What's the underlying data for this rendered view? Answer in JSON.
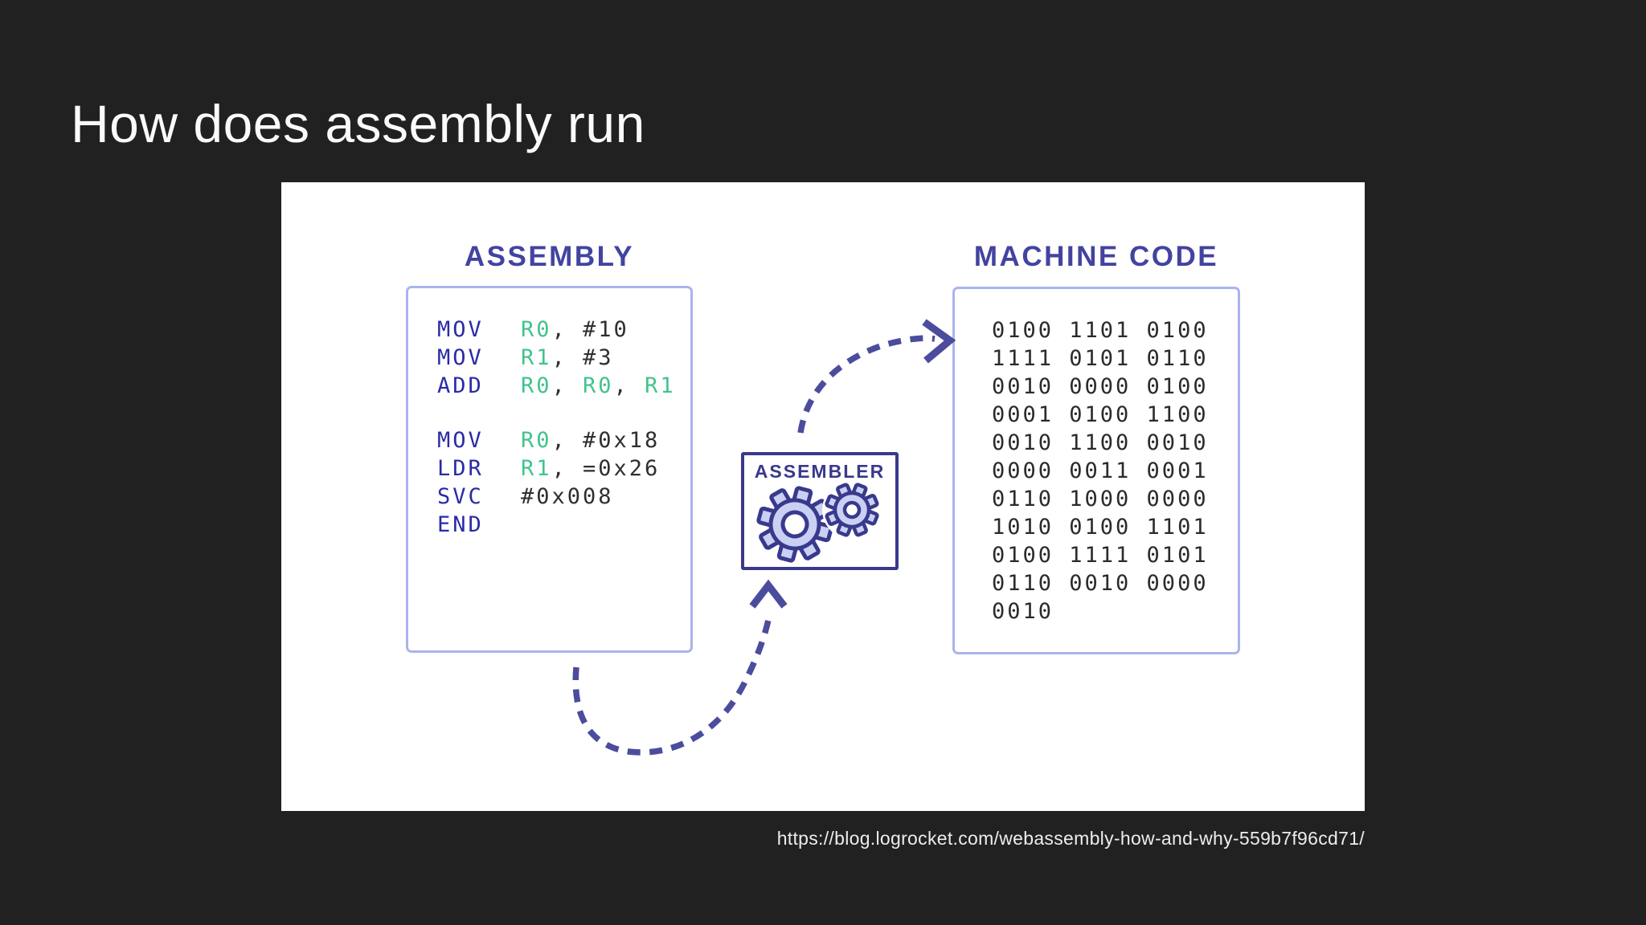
{
  "slide": {
    "title": "How does assembly run",
    "source_url": "https://blog.logrocket.com/webassembly-how-and-why-559b7f96cd71/"
  },
  "diagram": {
    "assembly": {
      "heading": "ASSEMBLY",
      "lines": [
        {
          "op": "MOV",
          "gap": false,
          "tokens": [
            [
              "R0",
              "reg"
            ],
            [
              ", ",
              "plain"
            ],
            [
              "#10",
              "plain"
            ]
          ]
        },
        {
          "op": "MOV",
          "gap": false,
          "tokens": [
            [
              "R1",
              "reg"
            ],
            [
              ", ",
              "plain"
            ],
            [
              "#3",
              "plain"
            ]
          ]
        },
        {
          "op": "ADD",
          "gap": false,
          "tokens": [
            [
              "R0",
              "reg"
            ],
            [
              ", ",
              "plain"
            ],
            [
              "R0",
              "reg"
            ],
            [
              ", ",
              "plain"
            ],
            [
              "R1",
              "reg"
            ]
          ]
        },
        {
          "op": "MOV",
          "gap": true,
          "tokens": [
            [
              "R0",
              "reg"
            ],
            [
              ", ",
              "plain"
            ],
            [
              "#0x18",
              "plain"
            ]
          ]
        },
        {
          "op": "LDR",
          "gap": false,
          "tokens": [
            [
              "R1",
              "reg"
            ],
            [
              ", ",
              "plain"
            ],
            [
              "=0x26",
              "plain"
            ]
          ]
        },
        {
          "op": "SVC",
          "gap": false,
          "tokens": [
            [
              "#0x008",
              "plain"
            ]
          ]
        },
        {
          "op": "END",
          "gap": false,
          "tokens": []
        }
      ]
    },
    "assembler": {
      "label": "ASSEMBLER",
      "icons": [
        "gear-large-icon",
        "gear-small-icon"
      ]
    },
    "machine_code": {
      "heading": "MACHINE CODE",
      "lines": [
        "0100 1101 0100",
        "1111 0101 0110",
        "0010 0000 0100",
        "0001 0100 1100",
        "0010 1100 0010",
        "0000 0011 0001",
        "0110 1000 0000",
        "1010 0100 1101",
        "0100 1111 0101",
        "0110 0010 0000",
        "0010"
      ]
    }
  },
  "colors": {
    "background": "#212121",
    "heading": "#4343a0",
    "box_border": "#a9b4ec",
    "opcode": "#2a2aa8",
    "register": "#41c38d",
    "plain_code": "#2f2f2f",
    "binary": "#2b2b2b",
    "assembler": "#39398c",
    "gear_fill": "#c9d0f4",
    "arrow": "#4c4c9e",
    "title_color": "#fafafa",
    "url_color": "#ededed"
  }
}
